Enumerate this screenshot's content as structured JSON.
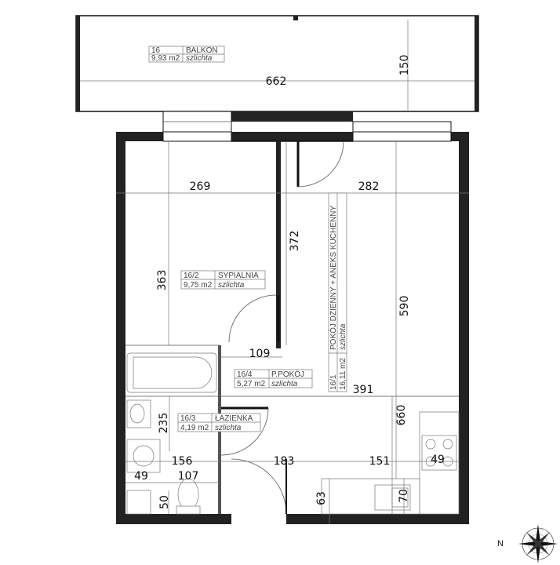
{
  "rooms": [
    {
      "id": "16",
      "name": "BALKON",
      "area": "9,93 m2",
      "finish": "szlichta"
    },
    {
      "id": "16/2",
      "name": "SYPIALNIA",
      "area": "9,75 m2",
      "finish": "szlichta"
    },
    {
      "id": "16/4",
      "name": "P.POKÓJ",
      "area": "5,27 m2",
      "finish": "szlichta"
    },
    {
      "id": "16/3",
      "name": "ŁAZIENKA",
      "area": "4,19 m2",
      "finish": "szlichta"
    },
    {
      "id": "16/1",
      "name": "POKÓJ DZIENNY + ANEKS KUCHENNY",
      "area": "16,11 m2",
      "finish": "szlichta"
    }
  ],
  "dimensions": {
    "balcony_width": "662",
    "balcony_depth": "150",
    "bedroom_width": "269",
    "living_width": "282",
    "bedroom_depth": "363",
    "bedroom_wall": "372",
    "living_depth": "590",
    "hall_width": "109",
    "hall_to_wall": "391",
    "total_depth": "660",
    "bath_depth": "235",
    "bath_width": "156",
    "entry_width": "183",
    "kitchen_width": "151",
    "counter_depth": "49",
    "toilet_offset": "49",
    "wc_width": "107",
    "wc_depth": "50",
    "sink_offset": "63",
    "sink_width": "70"
  },
  "compass": {
    "label": "N"
  }
}
